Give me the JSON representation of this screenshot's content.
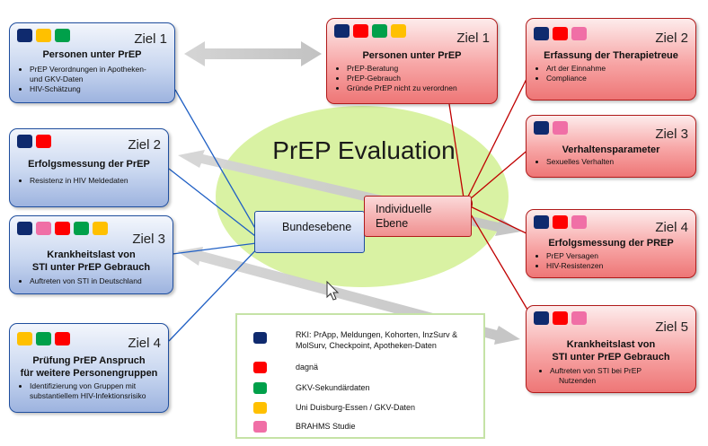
{
  "colors": {
    "rki": "#0f2a6e",
    "dagnae": "#ff0000",
    "gkv": "#00a04a",
    "uni": "#ffc000",
    "brahms": "#f06fa6"
  },
  "center": {
    "title": "PrEP Evaluation",
    "bundes": "Bundesebene",
    "individuell_1": "Individuelle",
    "individuell_2": "Ebene"
  },
  "blue_boxes": [
    {
      "ziel": "Ziel 1",
      "title": "Personen unter PrEP",
      "items": [
        "PrEP Verordnungen in Apotheken-",
        "und GKV-Daten",
        "HIV-Schätzung"
      ]
    },
    {
      "ziel": "Ziel 2",
      "title": "Erfolgsmessung der PrEP",
      "items": [
        "Resistenz in HIV Meldedaten"
      ]
    },
    {
      "ziel": "Ziel 3",
      "title_1": "Krankheitslast von",
      "title_2": "STI unter PrEP Gebrauch",
      "items": [
        "Auftreten von STI in Deutschland"
      ]
    },
    {
      "ziel": "Ziel 4",
      "title_1": "Prüfung PrEP Anspruch",
      "title_2": "für weitere Personengruppen",
      "items": [
        "Identifizierung von Gruppen mit",
        "substantiellem HIV-Infektionsrisiko"
      ]
    }
  ],
  "red_boxes": [
    {
      "ziel": "Ziel 1",
      "title": "Personen unter PrEP",
      "items": [
        "PrEP-Beratung",
        "PrEP-Gebrauch",
        "Gründe PrEP nicht zu verordnen"
      ]
    },
    {
      "ziel": "Ziel 2",
      "title": "Erfassung der Therapietreue",
      "items": [
        "Art der Einnahme",
        "Compliance"
      ]
    },
    {
      "ziel": "Ziel 3",
      "title": "Verhaltensparameter",
      "items": [
        "Sexuelles Verhalten"
      ]
    },
    {
      "ziel": "Ziel 4",
      "title": "Erfolgsmessung der PREP",
      "items": [
        "PrEP Versagen",
        "HIV-Resistenzen"
      ]
    },
    {
      "ziel": "Ziel 5",
      "title_1": "Krankheitslast von",
      "title_2": "STI unter PrEP Gebrauch",
      "items": [
        "Auftreten von STI bei PrEP",
        "Nutzenden"
      ]
    }
  ],
  "legend": [
    {
      "line1": "RKI: PrApp, Meldungen, Kohorten, InzSurv &",
      "line2": "MolSurv, Checkpoint, Apotheken-Daten"
    },
    {
      "line1": "dagnä"
    },
    {
      "line1": "GKV-Sekundärdaten"
    },
    {
      "line1": "Uni Duisburg-Essen / GKV-Daten"
    },
    {
      "line1": "BRAHMS Studie"
    }
  ]
}
